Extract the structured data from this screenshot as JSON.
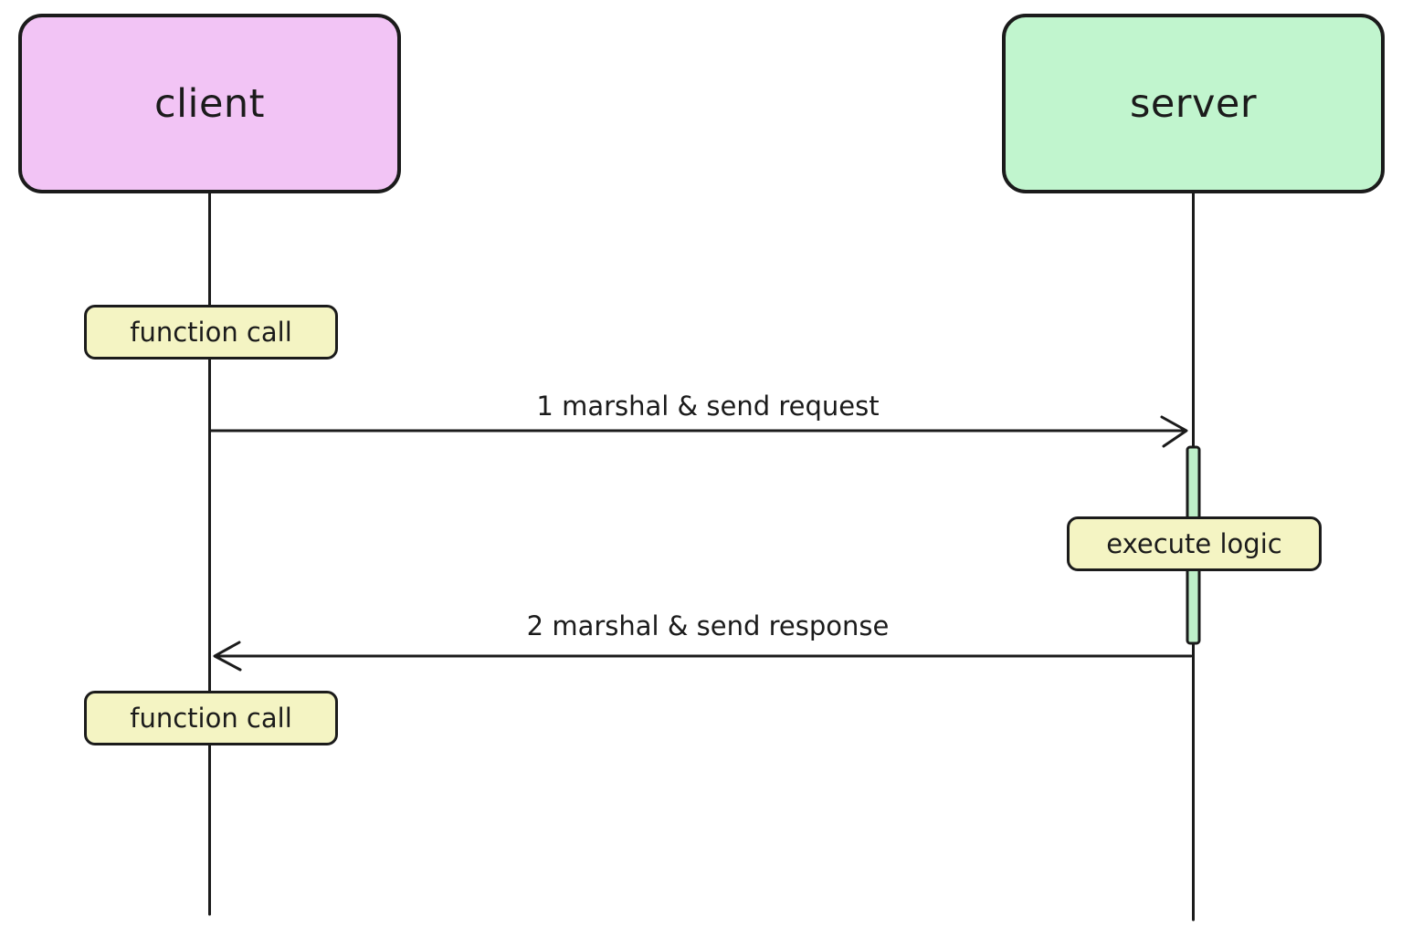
{
  "diagram": {
    "type": "sequence-diagram",
    "actors": [
      {
        "id": "client",
        "label": "client",
        "fill": "#F2C4F5"
      },
      {
        "id": "server",
        "label": "server",
        "fill": "#C1F5CE"
      }
    ],
    "notes": [
      {
        "id": "function-call-1",
        "label": "function call",
        "lifeline": "client"
      },
      {
        "id": "execute-logic",
        "label": "execute logic",
        "lifeline": "server"
      },
      {
        "id": "function-call-2",
        "label": "function call",
        "lifeline": "client"
      }
    ],
    "messages": [
      {
        "order": 1,
        "label": "1 marshal & send request",
        "from": "client",
        "to": "server"
      },
      {
        "order": 2,
        "label": "2 marshal & send response",
        "from": "server",
        "to": "client"
      }
    ],
    "colors": {
      "ink": "#1b1b1b",
      "client_fill": "#F2C4F5",
      "server_fill": "#C1F5CE",
      "note_fill": "#F4F4C3",
      "activation_fill": "#BEEFC8",
      "background": "#FFFFFF"
    }
  }
}
